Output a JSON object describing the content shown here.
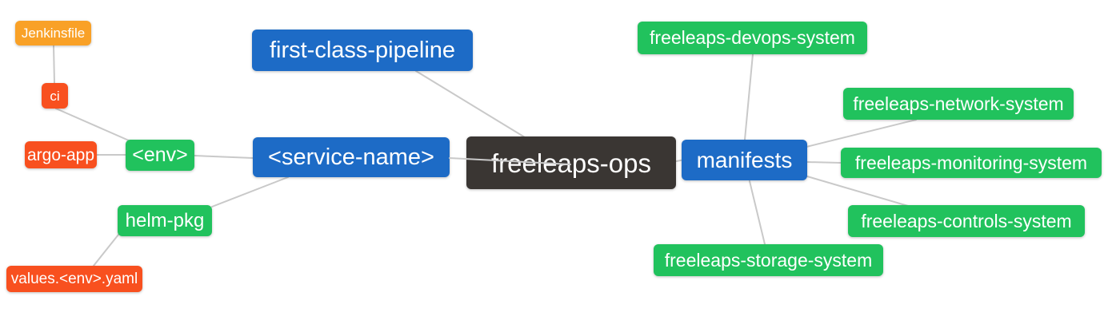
{
  "diagram": {
    "type": "mindmap",
    "background_color": "#ffffff",
    "edge_color": "#c9c9c9",
    "text_color": "#ffffff",
    "palette": {
      "blue": "#1d6bc6",
      "green": "#21c25d",
      "red": "#f8501f",
      "amber": "#f9a127",
      "dark": "#3a3633"
    },
    "nodes": [
      {
        "id": "jenkinsfile",
        "label": "Jenkinsfile",
        "color": "amber"
      },
      {
        "id": "ci",
        "label": "ci",
        "color": "red"
      },
      {
        "id": "argo-app",
        "label": "argo-app",
        "color": "red"
      },
      {
        "id": "env",
        "label": "<env>",
        "color": "green"
      },
      {
        "id": "helm-pkg",
        "label": "helm-pkg",
        "color": "green"
      },
      {
        "id": "values-env-yaml",
        "label": "values.<env>.yaml",
        "color": "red"
      },
      {
        "id": "first-class-pipeline",
        "label": "first-class-pipeline",
        "color": "blue"
      },
      {
        "id": "service-name",
        "label": "<service-name>",
        "color": "blue"
      },
      {
        "id": "freeleaps-ops",
        "label": "freeleaps-ops",
        "color": "dark"
      },
      {
        "id": "manifests",
        "label": "manifests",
        "color": "blue"
      },
      {
        "id": "freeleaps-devops-system",
        "label": "freeleaps-devops-system",
        "color": "green"
      },
      {
        "id": "freeleaps-network-system",
        "label": "freeleaps-network-system",
        "color": "green"
      },
      {
        "id": "freeleaps-monitoring-system",
        "label": "freeleaps-monitoring-system",
        "color": "green"
      },
      {
        "id": "freeleaps-controls-system",
        "label": "freeleaps-controls-system",
        "color": "green"
      },
      {
        "id": "freeleaps-storage-system",
        "label": "freeleaps-storage-system",
        "color": "green"
      }
    ],
    "edges": [
      {
        "from": "jenkinsfile",
        "to": "ci"
      },
      {
        "from": "ci",
        "to": "env"
      },
      {
        "from": "argo-app",
        "to": "env"
      },
      {
        "from": "env",
        "to": "service-name"
      },
      {
        "from": "helm-pkg",
        "to": "service-name"
      },
      {
        "from": "helm-pkg",
        "to": "values-env-yaml"
      },
      {
        "from": "first-class-pipeline",
        "to": "freeleaps-ops"
      },
      {
        "from": "service-name",
        "to": "freeleaps-ops"
      },
      {
        "from": "freeleaps-ops",
        "to": "manifests"
      },
      {
        "from": "manifests",
        "to": "freeleaps-devops-system"
      },
      {
        "from": "manifests",
        "to": "freeleaps-network-system"
      },
      {
        "from": "manifests",
        "to": "freeleaps-monitoring-system"
      },
      {
        "from": "manifests",
        "to": "freeleaps-controls-system"
      },
      {
        "from": "manifests",
        "to": "freeleaps-storage-system"
      }
    ]
  }
}
